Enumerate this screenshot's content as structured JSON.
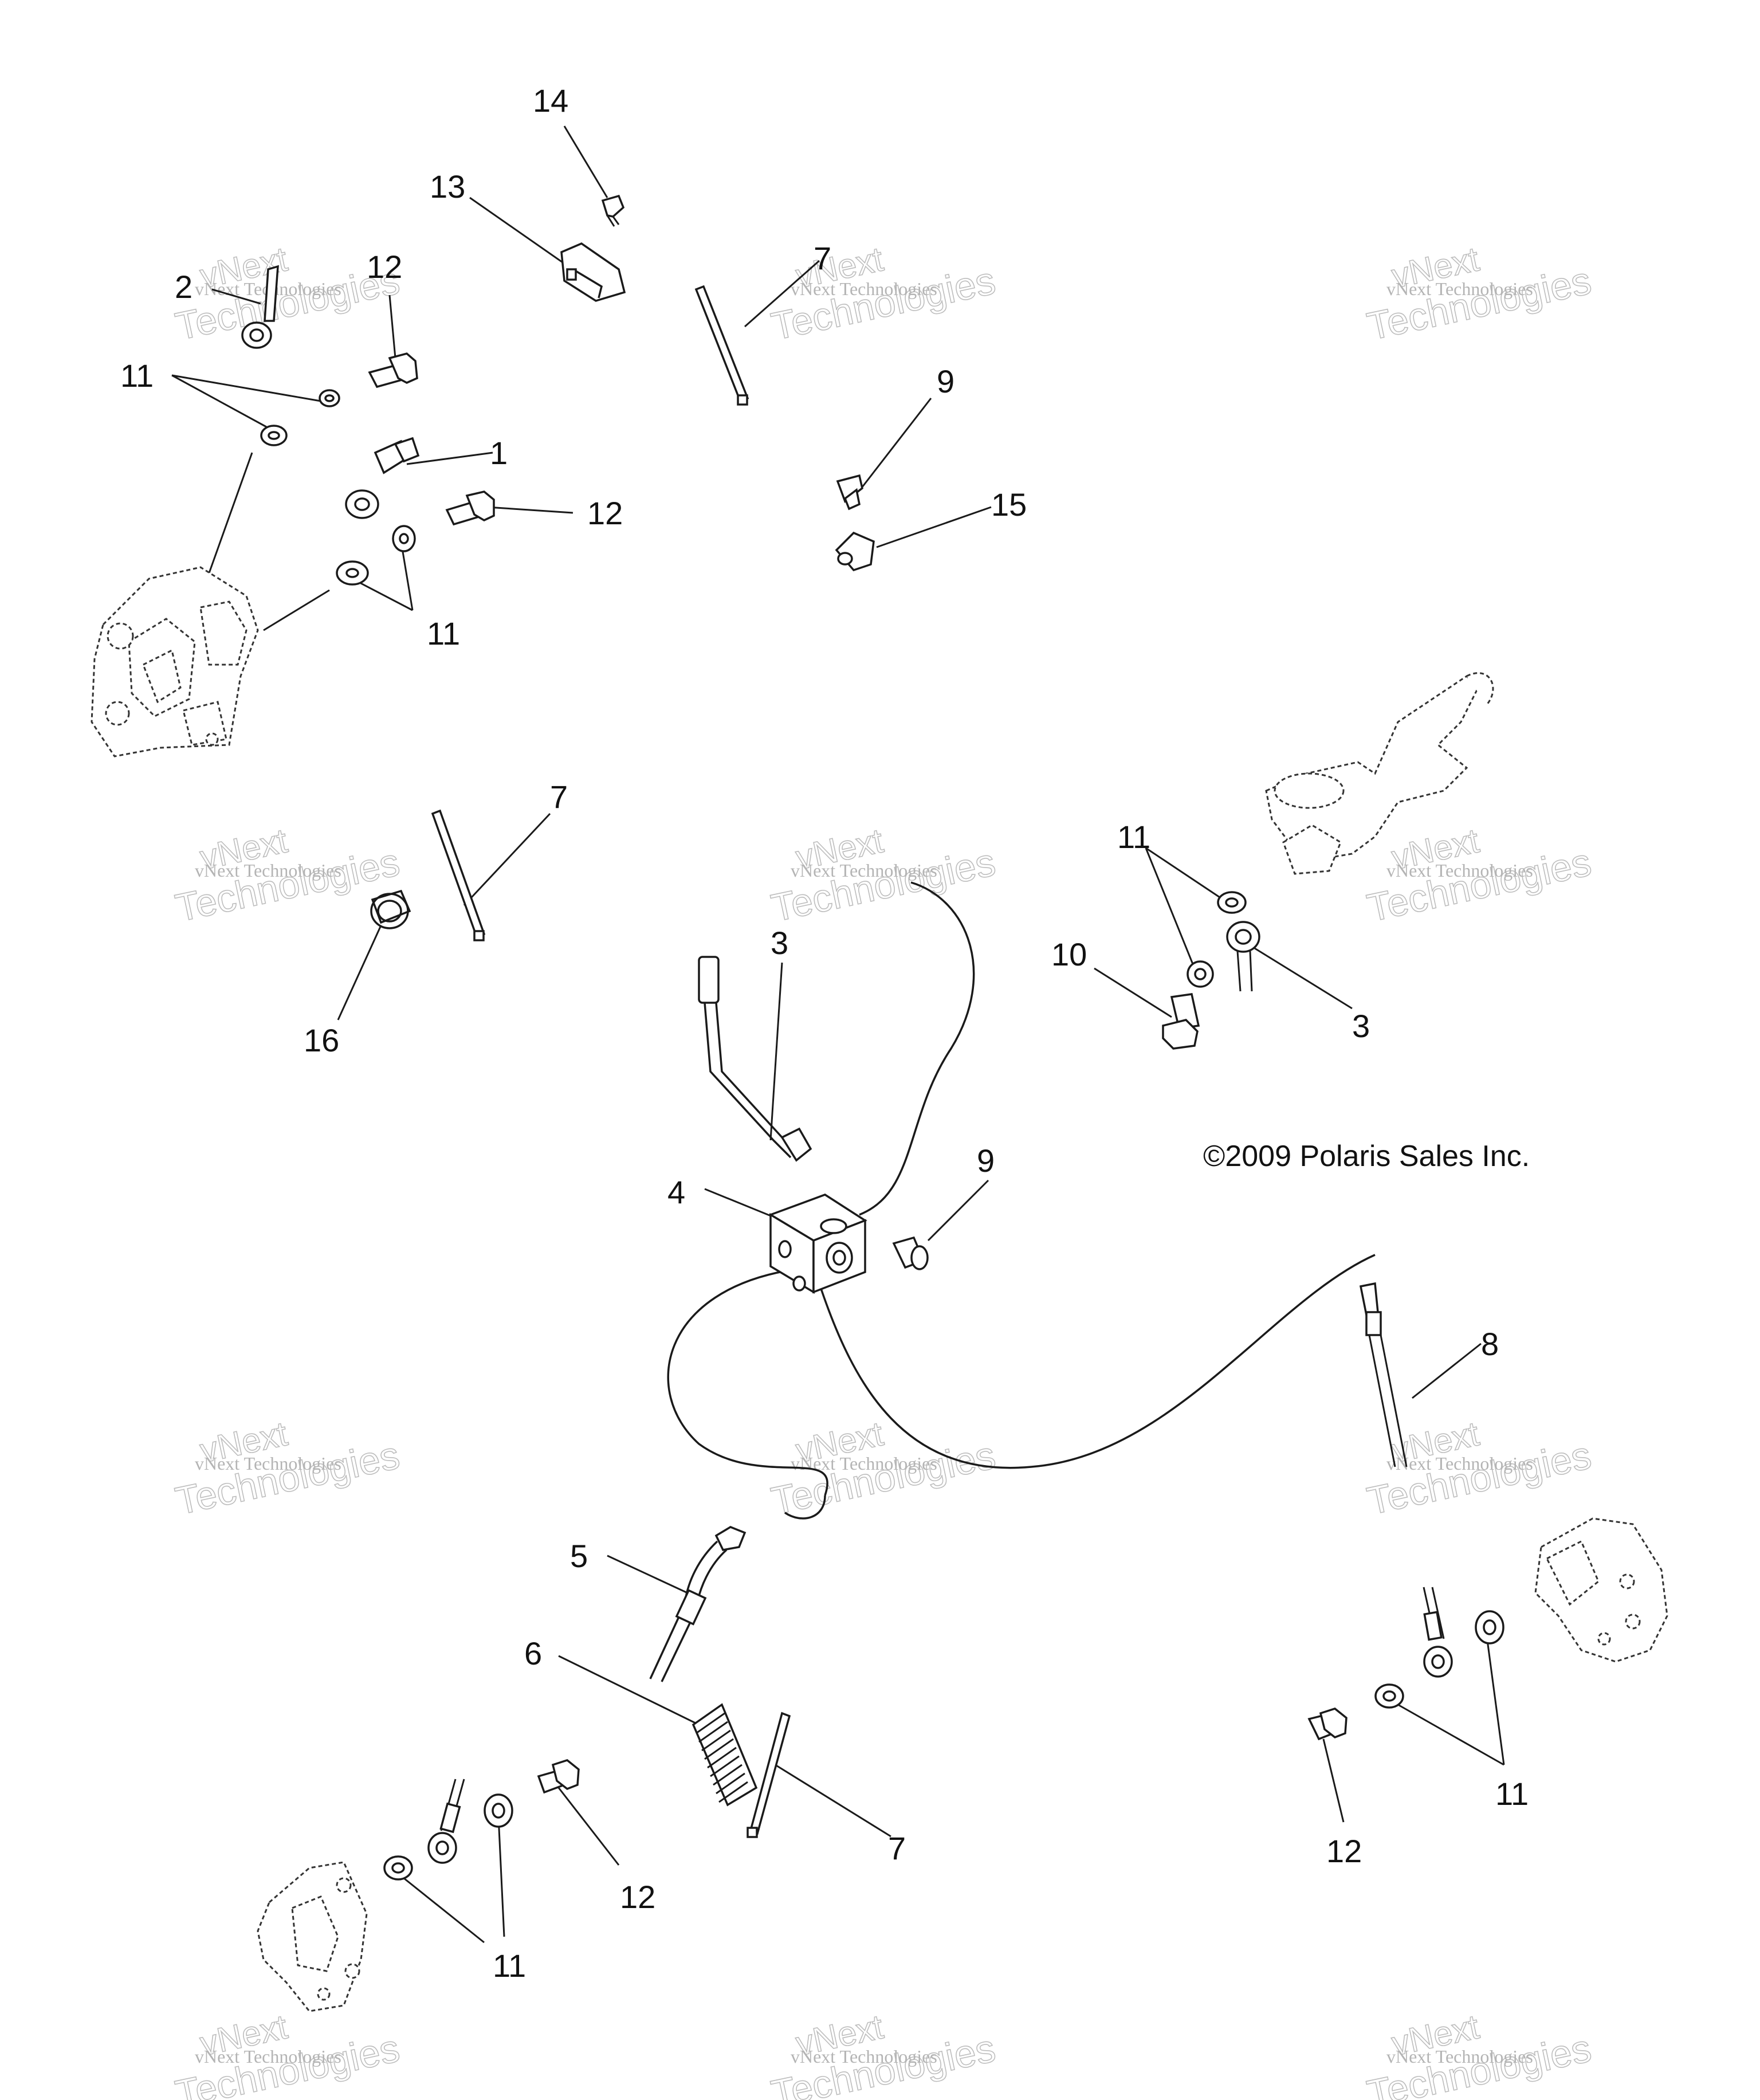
{
  "copyright": "©2009 Polaris Sales Inc.",
  "watermark": {
    "line1": "vNext Technologies",
    "line2": "vNext",
    "line3": "Technologies"
  },
  "callouts": [
    {
      "id": "c14",
      "label": "14"
    },
    {
      "id": "c13",
      "label": "13"
    },
    {
      "id": "c2",
      "label": "2"
    },
    {
      "id": "c12a",
      "label": "12"
    },
    {
      "id": "c7a",
      "label": "7"
    },
    {
      "id": "c11a",
      "label": "11"
    },
    {
      "id": "c1",
      "label": "1"
    },
    {
      "id": "c12b",
      "label": "12"
    },
    {
      "id": "c9a",
      "label": "9"
    },
    {
      "id": "c15",
      "label": "15"
    },
    {
      "id": "c11b",
      "label": "11"
    },
    {
      "id": "c7b",
      "label": "7"
    },
    {
      "id": "c16",
      "label": "16"
    },
    {
      "id": "c3a",
      "label": "3"
    },
    {
      "id": "c11c",
      "label": "11"
    },
    {
      "id": "c10",
      "label": "10"
    },
    {
      "id": "c3b",
      "label": "3"
    },
    {
      "id": "c9b",
      "label": "9"
    },
    {
      "id": "c4",
      "label": "4"
    },
    {
      "id": "c8",
      "label": "8"
    },
    {
      "id": "c5",
      "label": "5"
    },
    {
      "id": "c6",
      "label": "6"
    },
    {
      "id": "c7c",
      "label": "7"
    },
    {
      "id": "c12c",
      "label": "12"
    },
    {
      "id": "c11d",
      "label": "11"
    },
    {
      "id": "c11e",
      "label": "11"
    },
    {
      "id": "c12d",
      "label": "12"
    }
  ]
}
